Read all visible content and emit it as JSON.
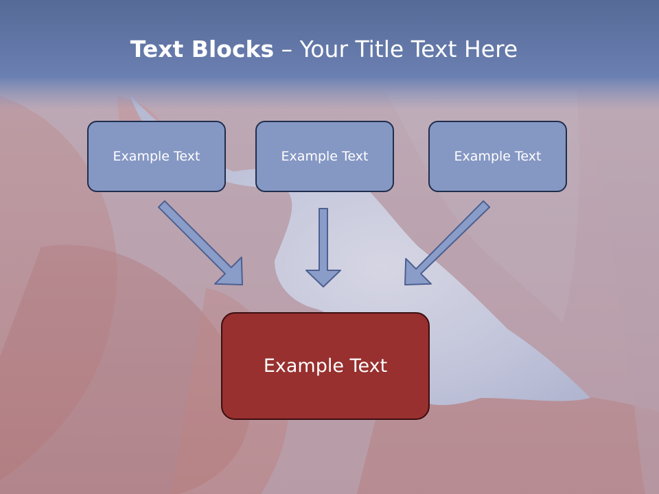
{
  "title": {
    "bold_part": "Text Blocks",
    "separator": " – ",
    "normal_part": "Your Title Text Here"
  },
  "boxes": {
    "left": "Example Text",
    "middle": "Example Text",
    "right": "Example Text",
    "target": "Example Text"
  },
  "colors": {
    "title_band": "#6a7fb0",
    "small_box_fill": "#8597c3",
    "small_box_border": "#1f2d4d",
    "target_box_fill": "#97302f",
    "target_box_border": "#3a0d0f",
    "arrow_fill": "#8a9cc8",
    "arrow_stroke": "#4d5f8f"
  }
}
